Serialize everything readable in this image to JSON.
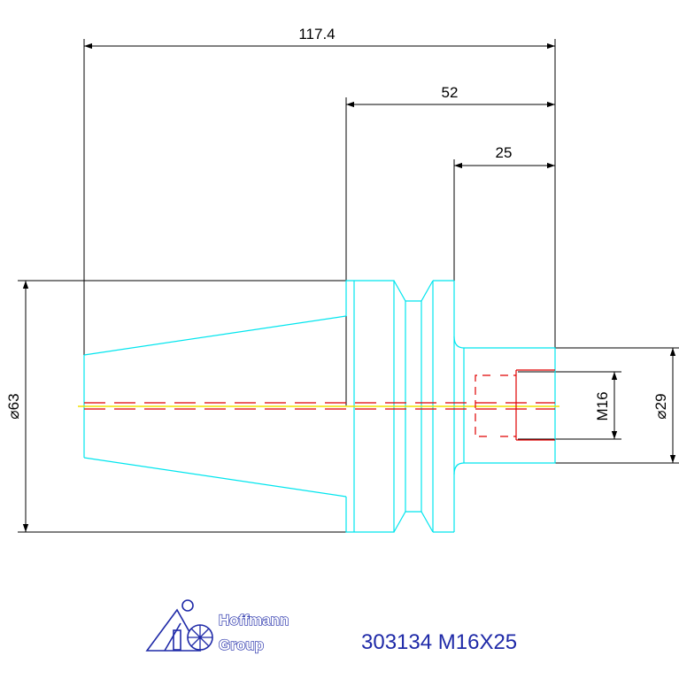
{
  "dimensions": {
    "overall_length": "117.4",
    "shank_length": "52",
    "thread_length": "25",
    "flange_diameter": "⌀63",
    "thread_size": "M16",
    "neck_diameter": "⌀29"
  },
  "brand": {
    "line1": "Hoffmann",
    "line2": "Group",
    "color": "#1f2aa8"
  },
  "part_label": "303134 M16X25",
  "colors": {
    "outline": "#00e5ee",
    "thread": "#e00000",
    "centerline": "#f0e000",
    "dimension": "#000000"
  },
  "icons": [
    "hoffmann-logo-icon"
  ]
}
